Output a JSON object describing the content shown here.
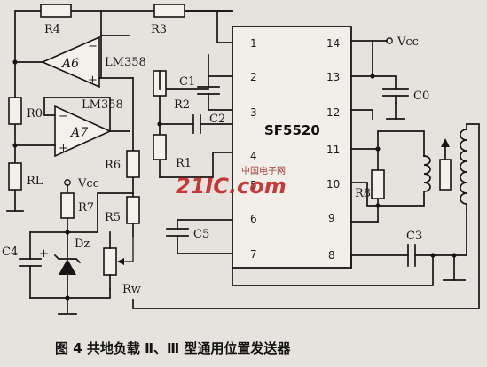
{
  "figure": {
    "caption": "图 4   共地负载 Ⅱ、Ⅲ 型通用位置发送器"
  },
  "chip": {
    "name": "SF5520",
    "pins": [
      "1",
      "2",
      "3",
      "4",
      "5",
      "6",
      "7",
      "8",
      "9",
      "10",
      "11",
      "12",
      "13",
      "14"
    ]
  },
  "opamps": {
    "a6": {
      "label": "A6",
      "model": "LM358"
    },
    "a7": {
      "label": "A7",
      "model": "LM358"
    }
  },
  "supply": {
    "vcc_right": "Vcc",
    "vcc_left": "Vcc"
  },
  "resistors": {
    "r0": "R0",
    "r1": "R1",
    "r2": "R2",
    "r3": "R3",
    "r4": "R4",
    "r5": "R5",
    "r6": "R6",
    "r7": "R7",
    "r8": "R8",
    "rl": "RL",
    "rw": "Rw"
  },
  "capacitors": {
    "c0": "C0",
    "c1": "C1",
    "c2": "C2",
    "c3": "C3",
    "c4": "C4",
    "c5": "C5"
  },
  "diode": "Dz",
  "signs": {
    "plus": "+",
    "minus": "−"
  },
  "watermark": {
    "text": "21IC.com",
    "sub": "中国电子网"
  },
  "colors": {
    "ink": "#161616",
    "paper": "#e6e3de",
    "watermark": "#c42020"
  }
}
